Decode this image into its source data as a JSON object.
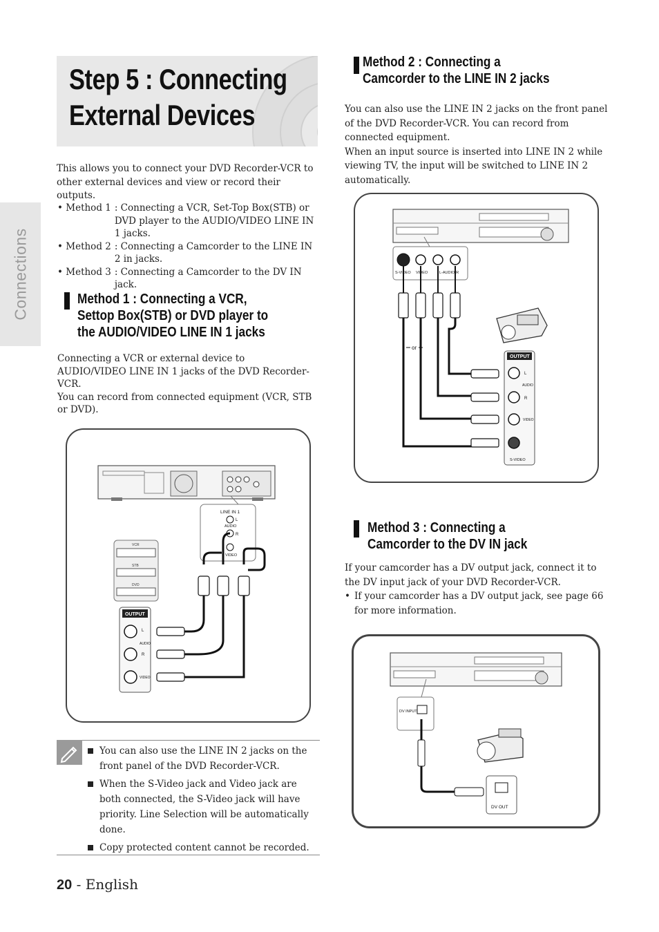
{
  "side_tab": "Connections",
  "title": {
    "line1": "Step 5 : Connecting",
    "line2": "External Devices"
  },
  "intro": "This allows you to connect your DVD Recorder-VCR to other external devices and view or record their outputs.",
  "methods_list": [
    {
      "label": "• Method 1",
      "text": ": Connecting a VCR, Set-Top Box(STB) or DVD player to the AUDIO/VIDEO LINE IN 1 jacks."
    },
    {
      "label": "• Method 2",
      "text": ": Connecting a Camcorder to the LINE IN 2 in jacks."
    },
    {
      "label": "• Method 3",
      "text": ": Connecting a Camcorder to the DV IN jack."
    }
  ],
  "method1": {
    "heading": [
      "Method 1 : Connecting a VCR,",
      "Settop Box(STB) or DVD player to",
      "the AUDIO/VIDEO LINE IN 1 jacks"
    ],
    "body": "Connecting a VCR or external device to AUDIO/VIDEO LINE IN 1 jacks of the DVD Recorder-VCR.",
    "body2": "You can record from connected equipment (VCR, STB or DVD).",
    "diagram": {
      "line_in": "LINE IN 1",
      "audio": "AUDIO",
      "video": "VIDEO",
      "l": "L",
      "r": "R",
      "vcr": "VCR",
      "stb": "STB",
      "dvd": "DVD",
      "output": "OUTPUT",
      "out_audio": "AUDIO",
      "out_video": "VIDEO"
    }
  },
  "notes": [
    "You can also use the LINE IN 2 jacks on the front panel of the DVD Recorder-VCR.",
    "When the S-Video jack and Video jack are both connected, the S-Video jack will have priority. Line Selection will be automatically done.",
    "Copy protected content cannot be recorded."
  ],
  "method2": {
    "heading": [
      "Method 2 : Connecting a",
      "Camcorder to the LINE IN 2 jacks"
    ],
    "body": "You can also use the LINE IN 2 jacks on the front panel of the DVD Recorder-VCR. You can record from connected equipment.",
    "body2": "When an input source is inserted into LINE IN 2 while viewing TV, the input will be switched to LINE IN 2 automatically.",
    "diagram": {
      "svideo": "S-VIDEO",
      "video": "VIDEO",
      "audio_lr": "L-AUDIO-R",
      "or": "or",
      "output": "OUTPUT",
      "l": "L",
      "audio": "AUDIO",
      "r": "R",
      "out_video": "VIDEO",
      "out_svideo": "S-VIDEO"
    }
  },
  "method3": {
    "heading": [
      "Method 3 : Connecting a",
      "Camcorder to the DV IN jack"
    ],
    "body": "If your camcorder has a DV output jack, connect it to the DV input jack of your DVD Recorder-VCR.",
    "bullet": "If your camcorder has a DV output jack, see page 66 for more information.",
    "diagram": {
      "dv_input": "DV INPUT",
      "dv_out": "DV OUT"
    }
  },
  "footer": {
    "page": "20",
    "lang": " - English"
  }
}
